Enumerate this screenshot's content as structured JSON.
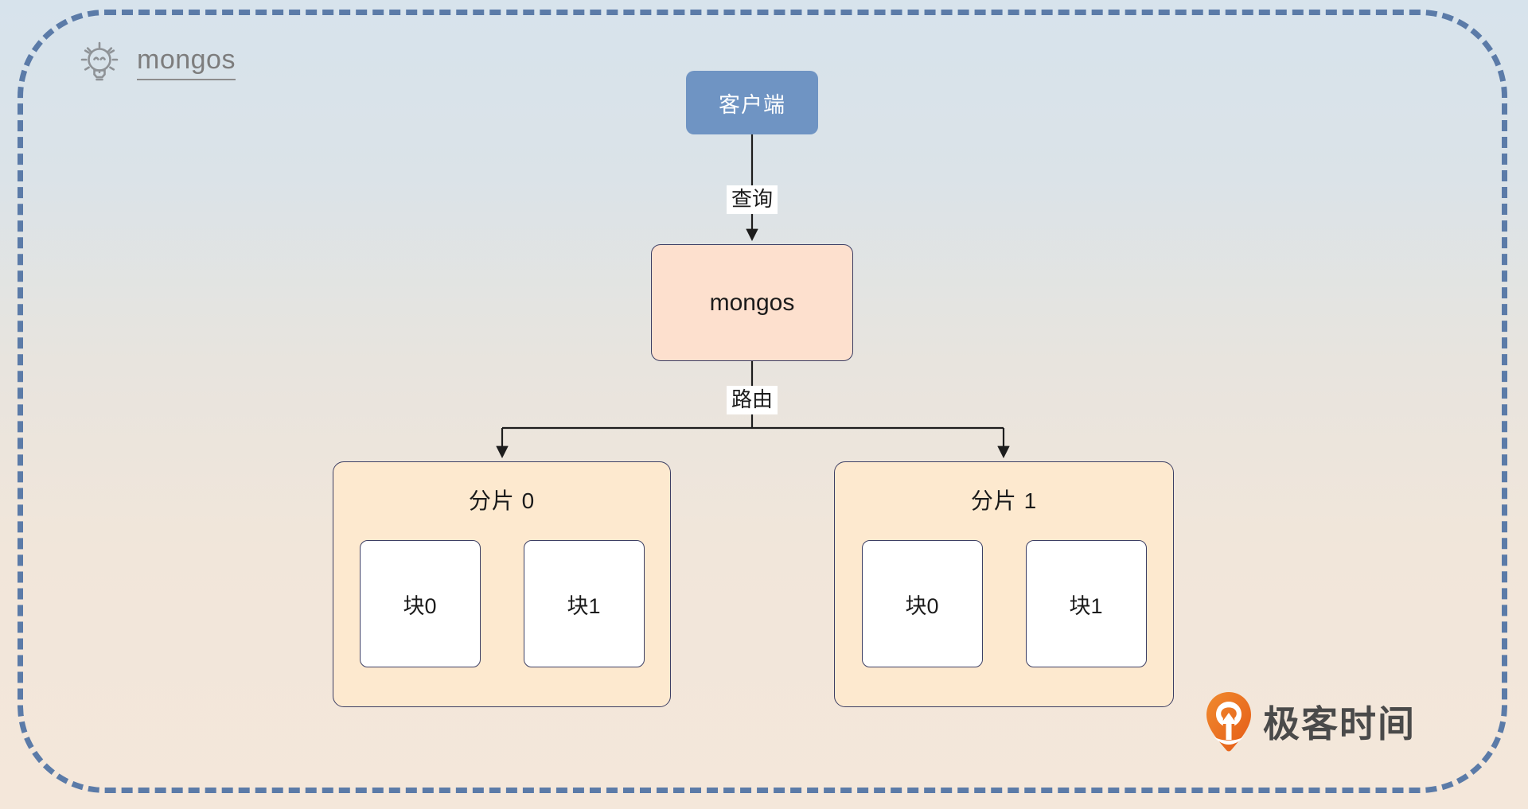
{
  "diagram": {
    "title": {
      "icon": "lightbulb-icon",
      "label": "mongos"
    },
    "nodes": {
      "client": {
        "label": "客户端",
        "color": "#6f94c3"
      },
      "mongos": {
        "label": "mongos",
        "color": "#fde0ce"
      }
    },
    "edges": {
      "client_to_mongos": "查询",
      "mongos_to_shards": "路由"
    },
    "shards": [
      {
        "title": "分片 0",
        "chunks": [
          {
            "label": "块0"
          },
          {
            "label": "块1"
          }
        ]
      },
      {
        "title": "分片 1",
        "chunks": [
          {
            "label": "块0"
          },
          {
            "label": "块1"
          }
        ]
      }
    ],
    "frame": {
      "style": "dashed",
      "color": "#5b7ba8"
    },
    "brand": {
      "mark": "geektime-pin-icon",
      "text": "极客时间",
      "color": "#ea6a21"
    }
  }
}
